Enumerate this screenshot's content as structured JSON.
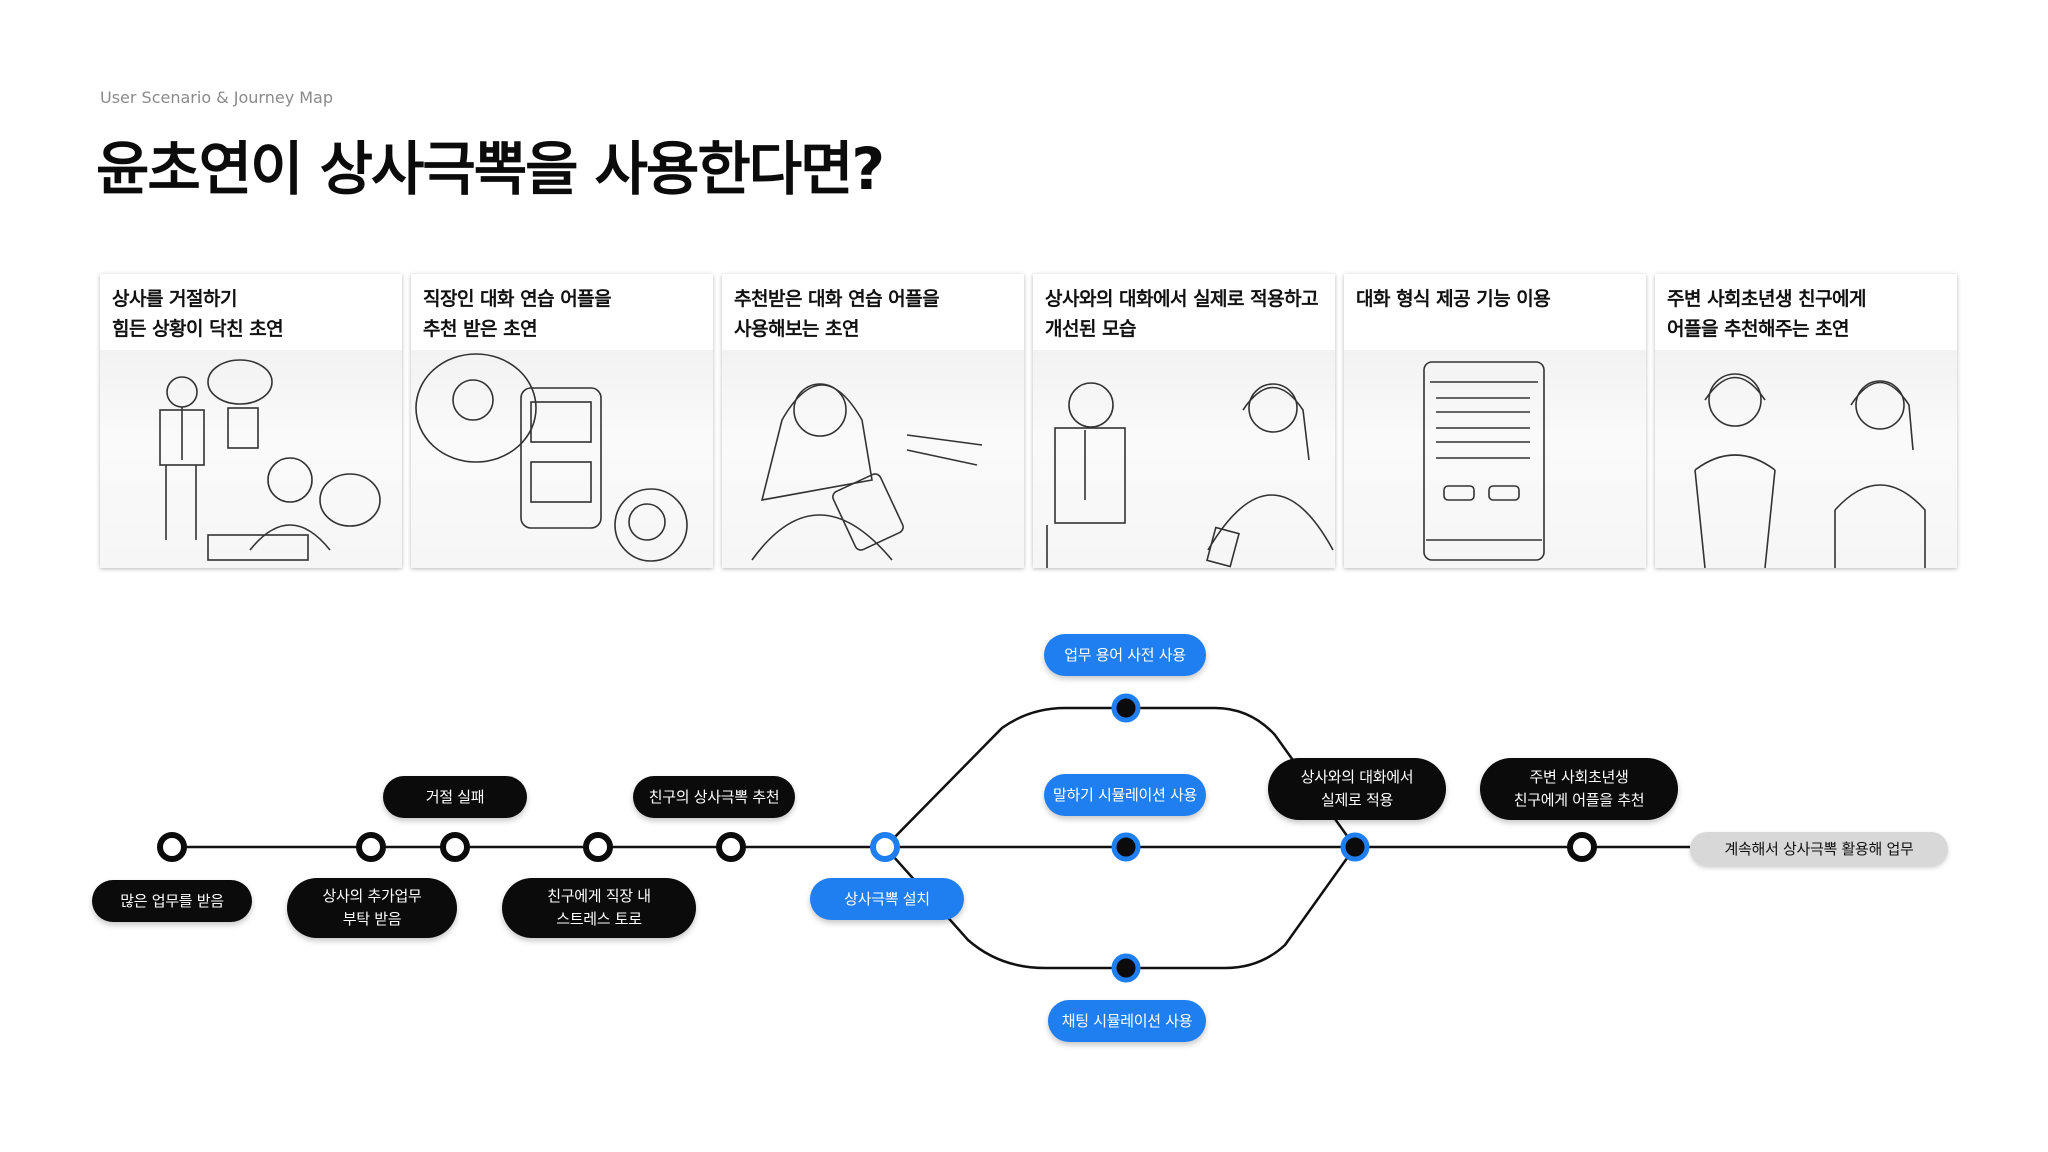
{
  "header": {
    "subtitle": "User Scenario & Journey Map",
    "title": "윤초연이 상사극뽁을 사용한다면?"
  },
  "scenes": [
    {
      "caption": "상사를 거절하기\n힘든 상황이 닥친 초연"
    },
    {
      "caption": "직장인 대화 연습 어플을\n추천 받은 초연"
    },
    {
      "caption": "추천받은 대화 연습 어플을\n사용해보는 초연"
    },
    {
      "caption": "상사와의 대화에서 실제로 적용하고\n개선된 모습"
    },
    {
      "caption": "대화 형식 제공 기능 이용"
    },
    {
      "caption": "주변 사회초년생 친구에게\n어플을 추천해주는 초연"
    }
  ],
  "journey": {
    "steps": [
      {
        "label": "많은 업무를 받음"
      },
      {
        "label": "상사의 추가업무\n부탁 받음"
      },
      {
        "label": "거절 실패"
      },
      {
        "label": "친구에게 직장 내\n스트레스 토로"
      },
      {
        "label": "친구의 상사극뽁 추천"
      },
      {
        "label": "상사극뽁 설치"
      },
      {
        "label": "업무 용어 사전 사용"
      },
      {
        "label": "말하기 시뮬레이션 사용"
      },
      {
        "label": "채팅 시뮬레이션 사용"
      },
      {
        "label": "상사와의 대화에서\n실제로 적용"
      },
      {
        "label": "주변 사회초년생\n친구에게 어플을 추천"
      },
      {
        "label": "계속해서 상사극뽁 활용해 업무"
      }
    ],
    "colors": {
      "black": "#0b0b0b",
      "blue": "#1f7ff0",
      "gray": "#d8d8d8"
    }
  }
}
